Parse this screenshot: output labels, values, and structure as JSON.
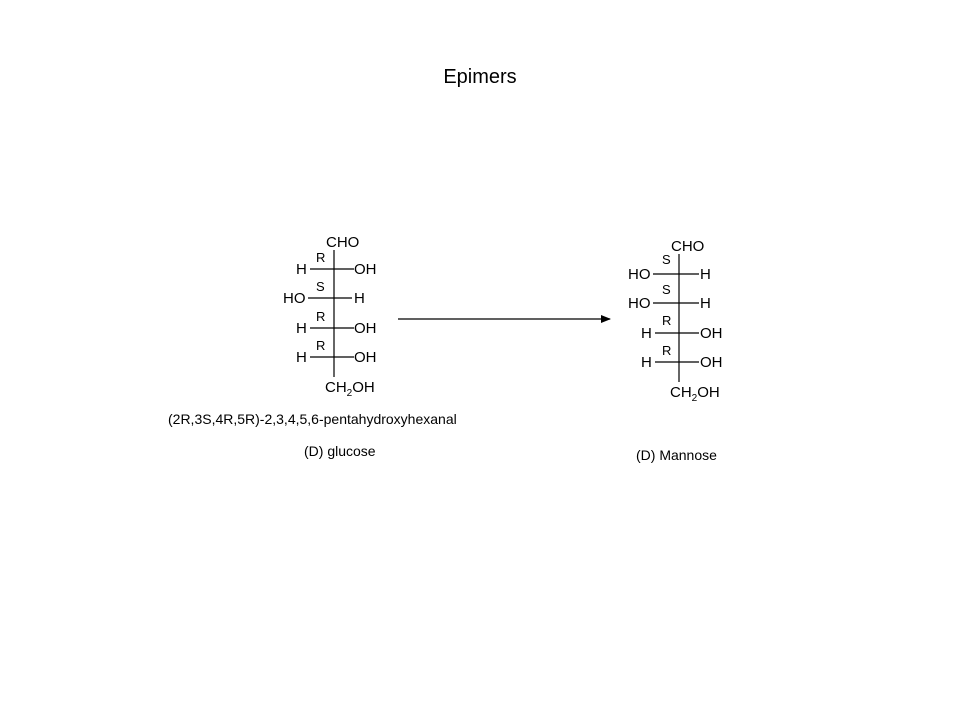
{
  "slide": {
    "title": "Epimers"
  },
  "glucose": {
    "top": "CHO",
    "rows": [
      {
        "left": "H",
        "label": "R",
        "right": "OH"
      },
      {
        "left": "HO",
        "label": "S",
        "right": "H"
      },
      {
        "left": "H",
        "label": "R",
        "right": "OH"
      },
      {
        "left": "H",
        "label": "R",
        "right": "OH"
      }
    ],
    "bottom_main": "CH",
    "bottom_sub": "2",
    "bottom_end": "OH",
    "iupac": "(2R,3S,4R,5R)-2,3,4,5,6-pentahydroxyhexanal",
    "name": "(D) glucose"
  },
  "mannose": {
    "top": "CHO",
    "rows": [
      {
        "left": "HO",
        "label": "S",
        "right": "H"
      },
      {
        "left": "HO",
        "label": "S",
        "right": "H"
      },
      {
        "left": "H",
        "label": "R",
        "right": "OH"
      },
      {
        "left": "H",
        "label": "R",
        "right": "OH"
      }
    ],
    "bottom_main": "CH",
    "bottom_sub": "2",
    "bottom_end": "OH",
    "name": "(D) Mannose"
  }
}
